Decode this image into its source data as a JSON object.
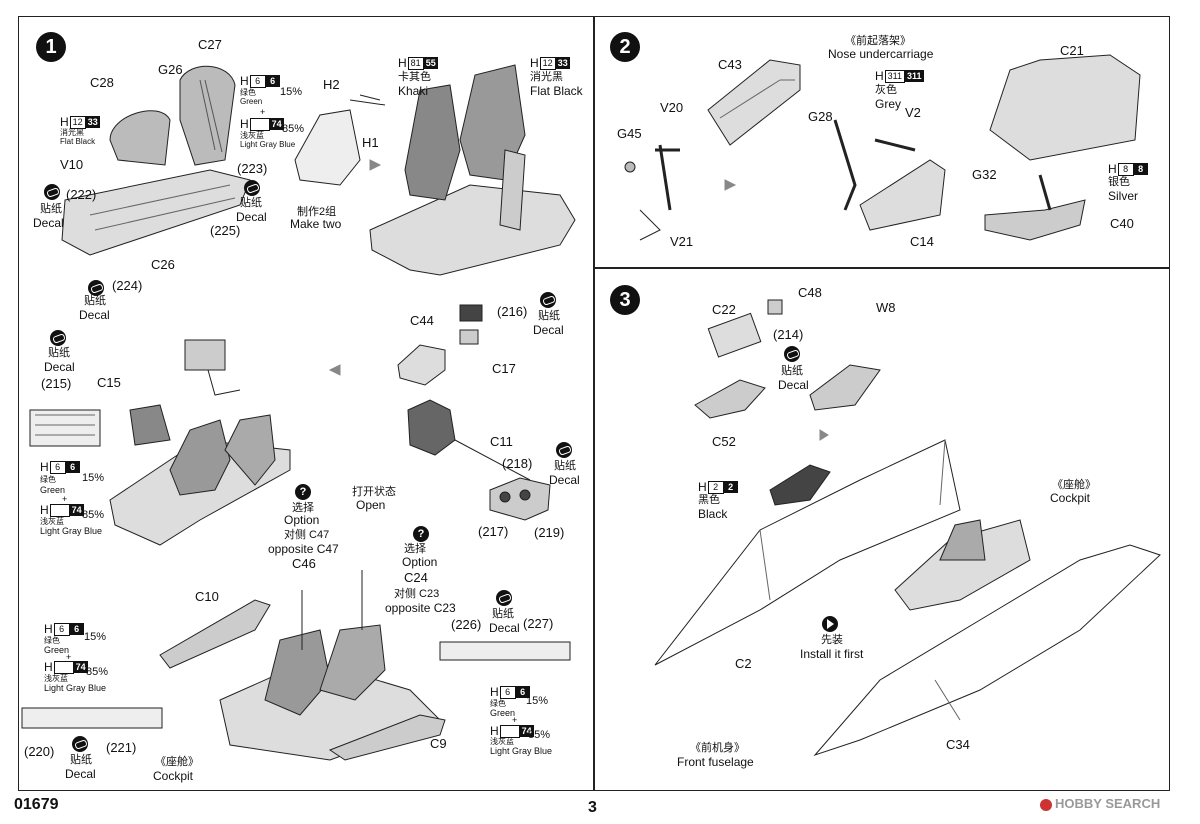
{
  "footer": {
    "product_code": "01679",
    "page_number": "3",
    "watermark": "HOBBY SEARCH"
  },
  "step1": {
    "number": "1",
    "parts": {
      "c27": "C27",
      "c28": "C28",
      "g26": "G26",
      "v10": "V10",
      "c26": "C26",
      "h2": "H2",
      "h1": "H1",
      "c44": "C44",
      "c17": "C17",
      "c11": "C11",
      "c15": "C15",
      "c10": "C10",
      "c46": "C46",
      "c24": "C24",
      "c9": "C9"
    },
    "paint_green_15": {
      "h": "H",
      "code": "6",
      "code_b": "6",
      "cn": "绿色",
      "en": "Green",
      "pct": "15%"
    },
    "paint_lgb_85": {
      "h": "H",
      "code_b": "74",
      "cn": "浅灰蓝",
      "en": "Light Gray Blue",
      "pct": "85%"
    },
    "paint_flat_black": {
      "h": "H",
      "code": "12",
      "code_b": "33",
      "cn": "消光黑",
      "en": "Flat Black"
    },
    "paint_khaki": {
      "h": "H",
      "code": "81",
      "code_b": "55",
      "cn": "卡其色",
      "en": "Khaki"
    },
    "paint_flat_black_2": {
      "h": "H",
      "code": "12",
      "code_b": "33",
      "cn": "消光黑",
      "en": "Flat Black"
    },
    "plus": "+",
    "decal_cn": "贴纸",
    "decal_en": "Decal",
    "make_two_cn": "制作2组",
    "make_two_en": "Make two",
    "open_cn": "打开状态",
    "open_en": "Open",
    "option_cn": "选择",
    "option_en": "Option",
    "opp_c47_cn": "对侧  C47",
    "opp_c47_en": "opposite C47",
    "opp_c23_cn": "对侧  C23",
    "opp_c23_en": "opposite C23",
    "cockpit_cn": "《座舱》",
    "cockpit_en": "Cockpit",
    "decals": {
      "d222": "(222)",
      "d223": "(223)",
      "d224": "(224)",
      "d225": "(225)",
      "d215": "(215)",
      "d216": "(216)",
      "d217": "(217)",
      "d218": "(218)",
      "d219": "(219)",
      "d220": "(220)",
      "d221": "(221)",
      "d226": "(226)",
      "d227": "(227)"
    }
  },
  "step2": {
    "number": "2",
    "title_cn": "《前起落架》",
    "title_en": "Nose undercarriage",
    "parts": {
      "c43": "C43",
      "g28": "G28",
      "v2": "V2",
      "v20": "V20",
      "g45": "G45",
      "v21": "V21",
      "c14": "C14",
      "c21": "C21",
      "g32": "G32",
      "c40": "C40"
    },
    "paint_grey": {
      "h": "H",
      "code": "311",
      "code_b": "311",
      "cn": "灰色",
      "en": "Grey"
    },
    "paint_silver": {
      "h": "H",
      "code": "8",
      "code_b": "8",
      "cn": "银色",
      "en": "Silver"
    }
  },
  "step3": {
    "number": "3",
    "parts": {
      "c22": "C22",
      "c48": "C48",
      "w8": "W8",
      "c52": "C52",
      "c2": "C2",
      "c34": "C34"
    },
    "decal_214": "(214)",
    "decal_cn": "贴纸",
    "decal_en": "Decal",
    "paint_black": {
      "h": "H",
      "code": "2",
      "code_b": "2",
      "cn": "黑色",
      "en": "Black"
    },
    "cockpit_cn": "《座舱》",
    "cockpit_en": "Cockpit",
    "install_cn": "先装",
    "install_en": "Install it first",
    "front_fuselage_cn": "《前机身》",
    "front_fuselage_en": "Front fuselage"
  }
}
